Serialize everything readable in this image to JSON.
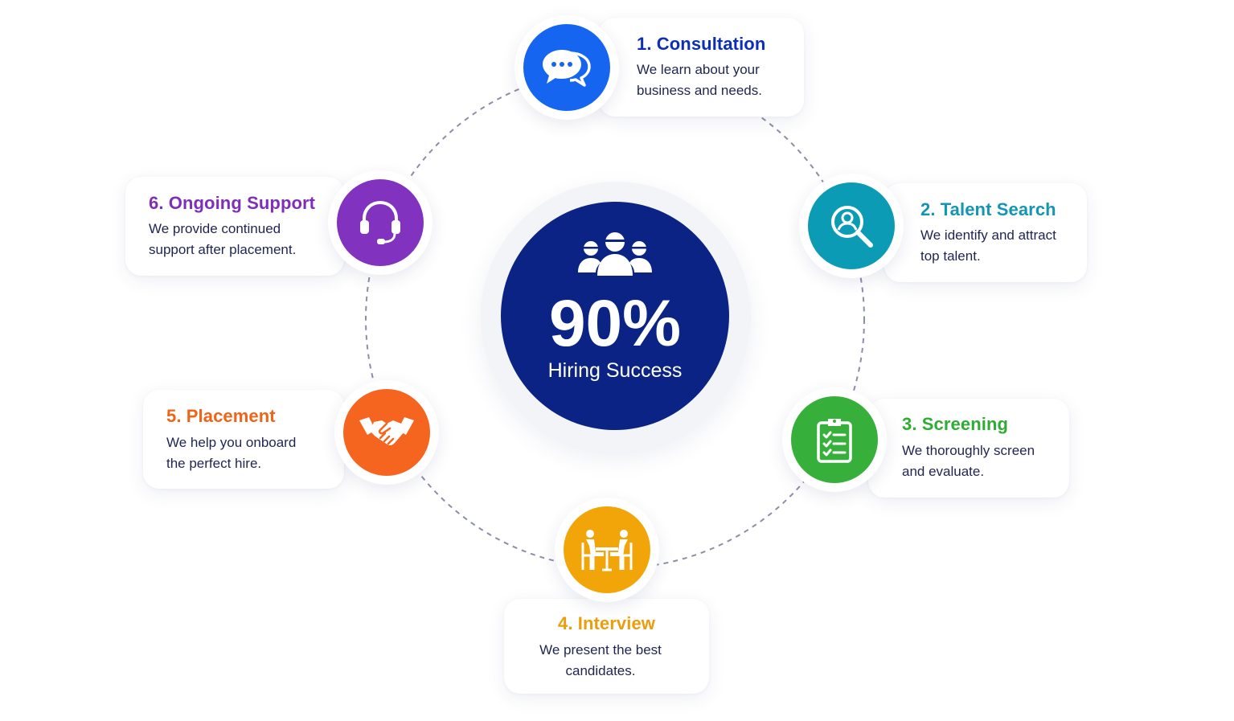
{
  "center": {
    "value": "90%",
    "label": "Hiring Success",
    "icon": "team-icon"
  },
  "steps": [
    {
      "title": "1. Consultation",
      "desc": [
        "We learn about your",
        "business and needs."
      ],
      "color": "#0d2fb5",
      "circle": "#1565f0",
      "icon": "chat-bubbles-icon"
    },
    {
      "title": "2. Talent Search",
      "desc": [
        "We identify and attract",
        "top talent."
      ],
      "color": "#1496b3",
      "circle": "#0c9bb5",
      "icon": "search-user-icon"
    },
    {
      "title": "3. Screening",
      "desc": [
        "We thoroughly screen",
        "and evaluate."
      ],
      "color": "#2fac33",
      "circle": "#36b03a",
      "icon": "clipboard-checklist-icon"
    },
    {
      "title": "4. Interview",
      "desc": [
        "We present the best",
        "candidates."
      ],
      "color": "#eb9d0a",
      "circle": "#f2a509",
      "icon": "interview-table-icon"
    },
    {
      "title": "5. Placement",
      "desc": [
        "We help you onboard",
        "the perfect hire."
      ],
      "color": "#f06417",
      "circle": "#f5651f",
      "icon": "handshake-icon"
    },
    {
      "title": "6. Ongoing Support",
      "desc": [
        "We provide continued",
        "support after placement."
      ],
      "color": "#7f2eb8",
      "circle": "#8133c0",
      "icon": "headset-icon"
    }
  ]
}
